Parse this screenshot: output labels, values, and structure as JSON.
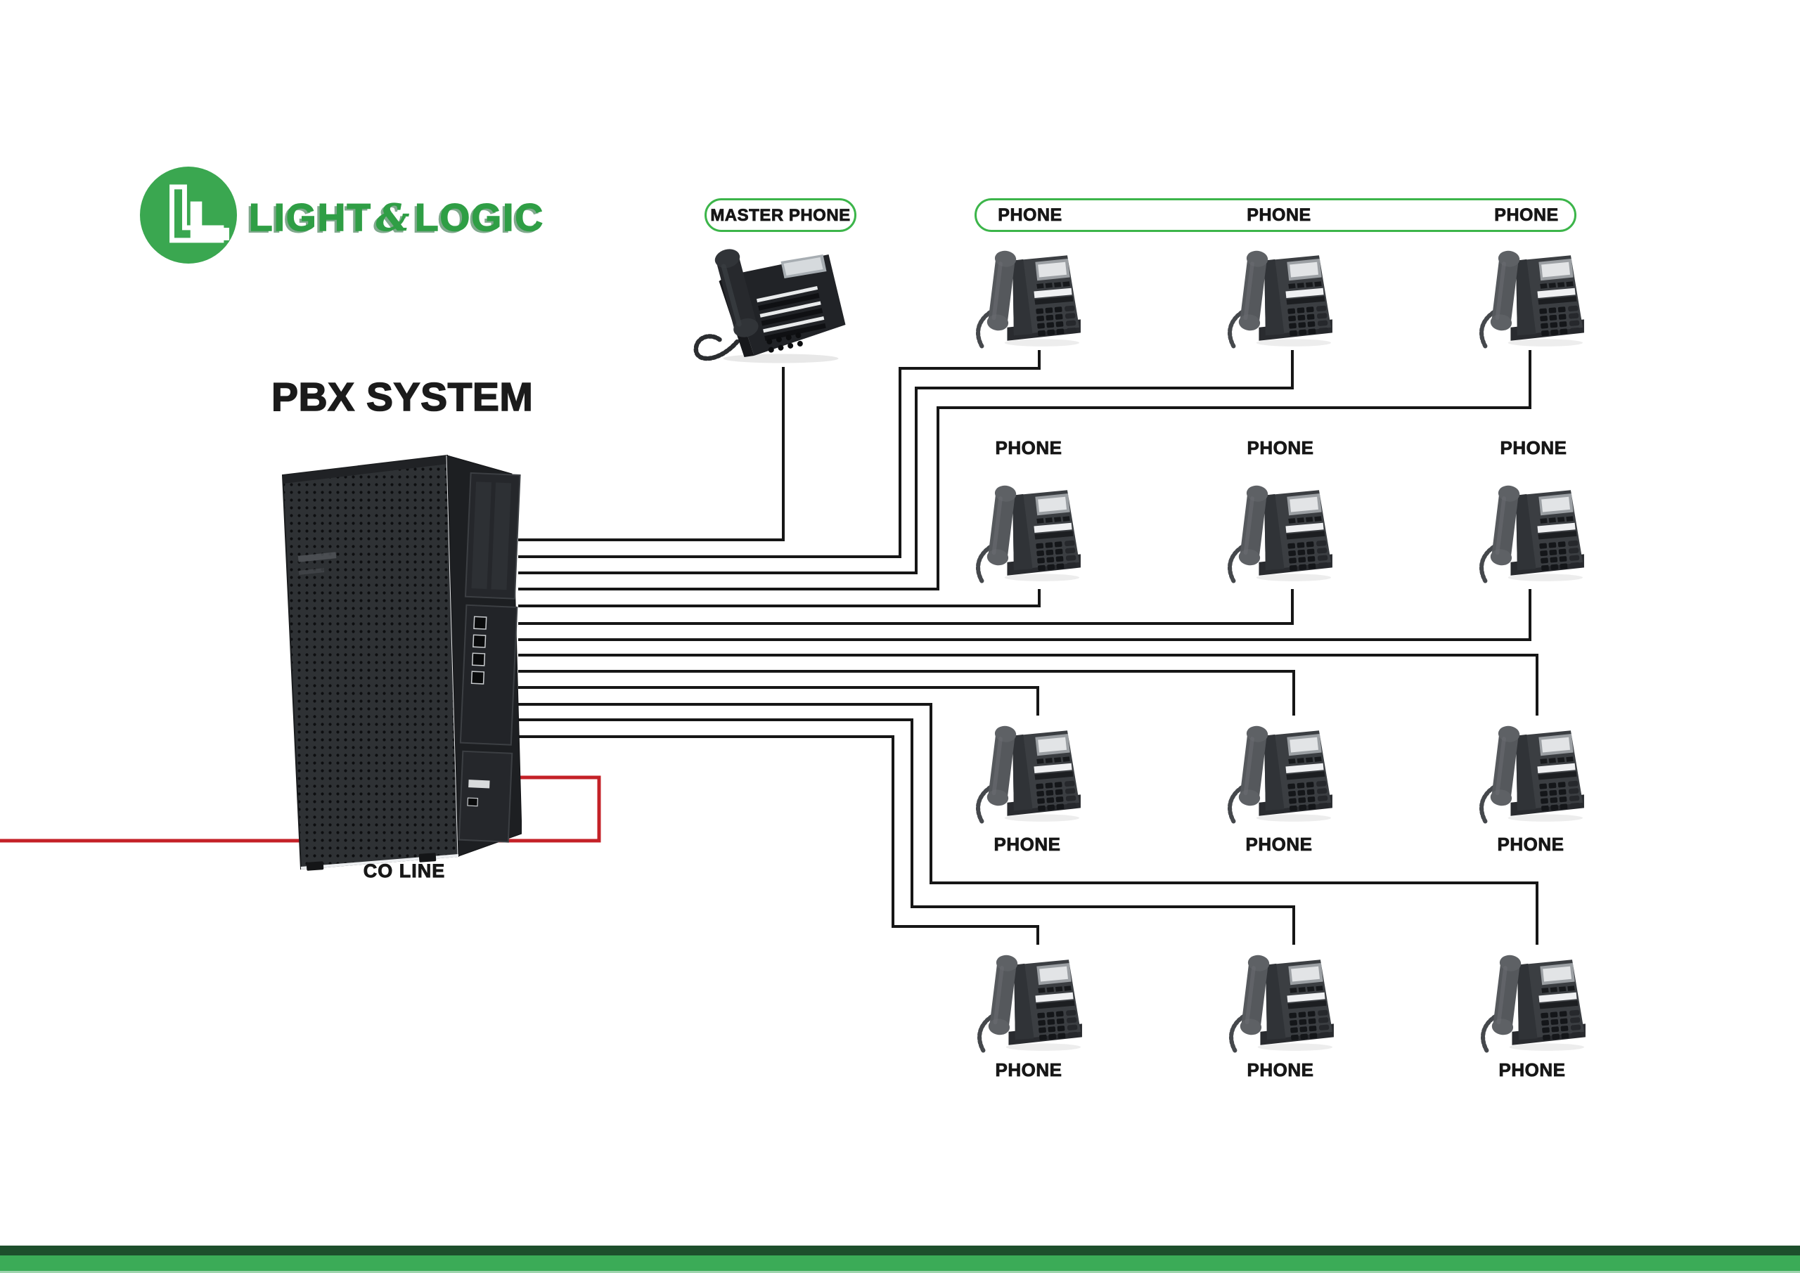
{
  "brand": {
    "logo": {
      "word1": "LIGHT",
      "amp": "&",
      "word2": "LOGIC"
    },
    "colors": {
      "logo_circle_green": "#3aa750",
      "logo_text_green": "#2f9e45",
      "pill_border_green": "#3cb54a",
      "footer_dark_green": "#1d4f2c",
      "footer_green": "#3bab57",
      "connector_line_black": "#161616",
      "co_line_red": "#c42127",
      "text_black": "#1b1b1b"
    }
  },
  "diagram": {
    "title": "PBX SYSTEM",
    "master_label": "MASTER PHONE",
    "co_line_label": "CO LINE",
    "header_extension_labels": [
      "PHONE",
      "PHONE",
      "PHONE"
    ],
    "row2_labels": [
      "PHONE",
      "PHONE",
      "PHONE"
    ],
    "row3_labels": [
      "PHONE",
      "PHONE",
      "PHONE"
    ],
    "row4_labels": [
      "PHONE",
      "PHONE",
      "PHONE"
    ],
    "phone_count": 12,
    "master_phone_count": 1,
    "connections": [
      {
        "from": "PBX",
        "to": "MASTER PHONE"
      },
      {
        "from": "PBX",
        "to": "PHONE row1 col1"
      },
      {
        "from": "PBX",
        "to": "PHONE row1 col2"
      },
      {
        "from": "PBX",
        "to": "PHONE row1 col3"
      },
      {
        "from": "PBX",
        "to": "PHONE row2 col1"
      },
      {
        "from": "PBX",
        "to": "PHONE row2 col2"
      },
      {
        "from": "PBX",
        "to": "PHONE row2 col3"
      },
      {
        "from": "PBX",
        "to": "PHONE row3 col1"
      },
      {
        "from": "PBX",
        "to": "PHONE row3 col2"
      },
      {
        "from": "PBX",
        "to": "PHONE row3 col3"
      },
      {
        "from": "PBX",
        "to": "PHONE row4 col1"
      },
      {
        "from": "PBX",
        "to": "PHONE row4 col2"
      },
      {
        "from": "PBX",
        "to": "PHONE row4 col3"
      },
      {
        "from": "CO LINE",
        "to": "PBX"
      }
    ]
  }
}
